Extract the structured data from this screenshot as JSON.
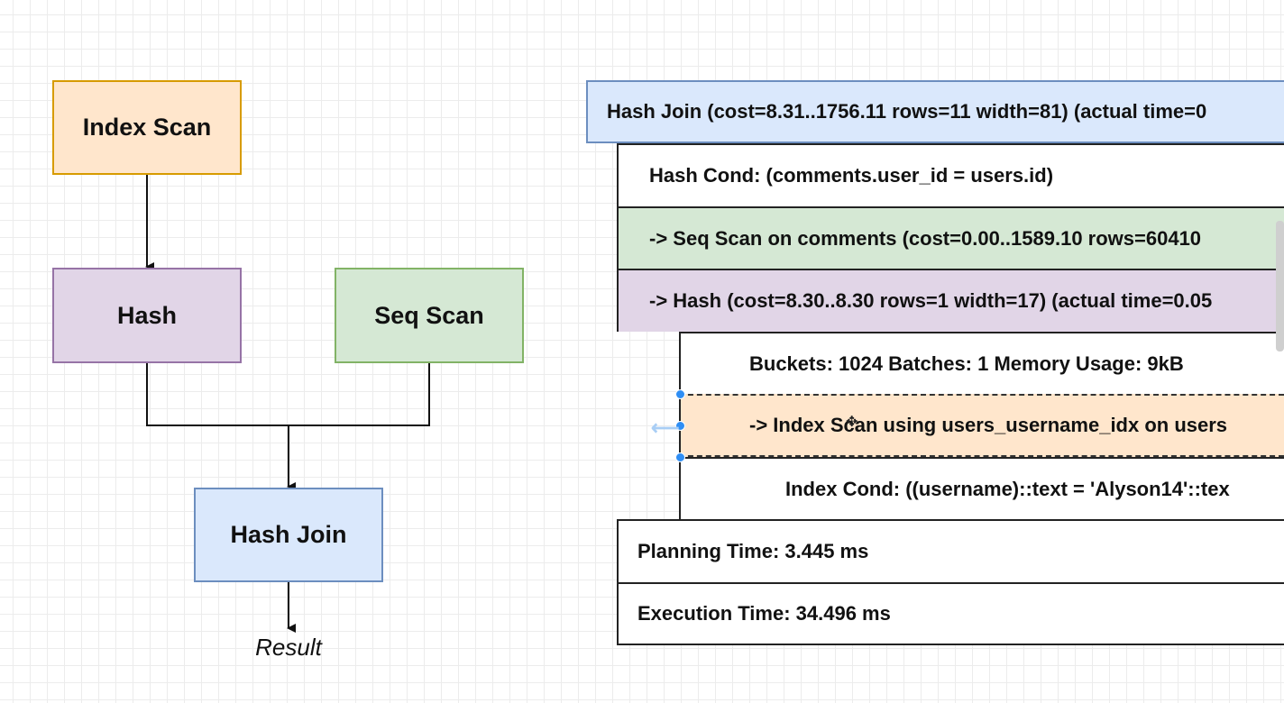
{
  "diagram": {
    "nodes": {
      "index_scan": "Index Scan",
      "hash": "Hash",
      "seq_scan": "Seq Scan",
      "hash_join": "Hash Join"
    },
    "result_label": "Result"
  },
  "plan": {
    "hash_join": "Hash Join  (cost=8.31..1756.11 rows=11 width=81) (actual time=0",
    "hash_cond": "Hash Cond: (comments.user_id = users.id)",
    "seq_scan": "->  Seq Scan on comments  (cost=0.00..1589.10 rows=60410",
    "hash": "->  Hash  (cost=8.30..8.30 rows=1 width=17) (actual time=0.05",
    "buckets": "Buckets: 1024  Batches: 1  Memory Usage: 9kB",
    "index_scan": "->  Index Scan using users_username_idx on users",
    "index_cond": "Index Cond: ((username)::text = 'Alyson14'::tex",
    "planning_time": "Planning Time: 3.445 ms",
    "execution_time": "Execution Time: 34.496 ms"
  },
  "colors": {
    "orange": "#ffe6cc",
    "purple": "#e1d5e7",
    "green": "#d5e8d4",
    "blue": "#dae8fc",
    "selection_handle": "#2f8ef4"
  }
}
